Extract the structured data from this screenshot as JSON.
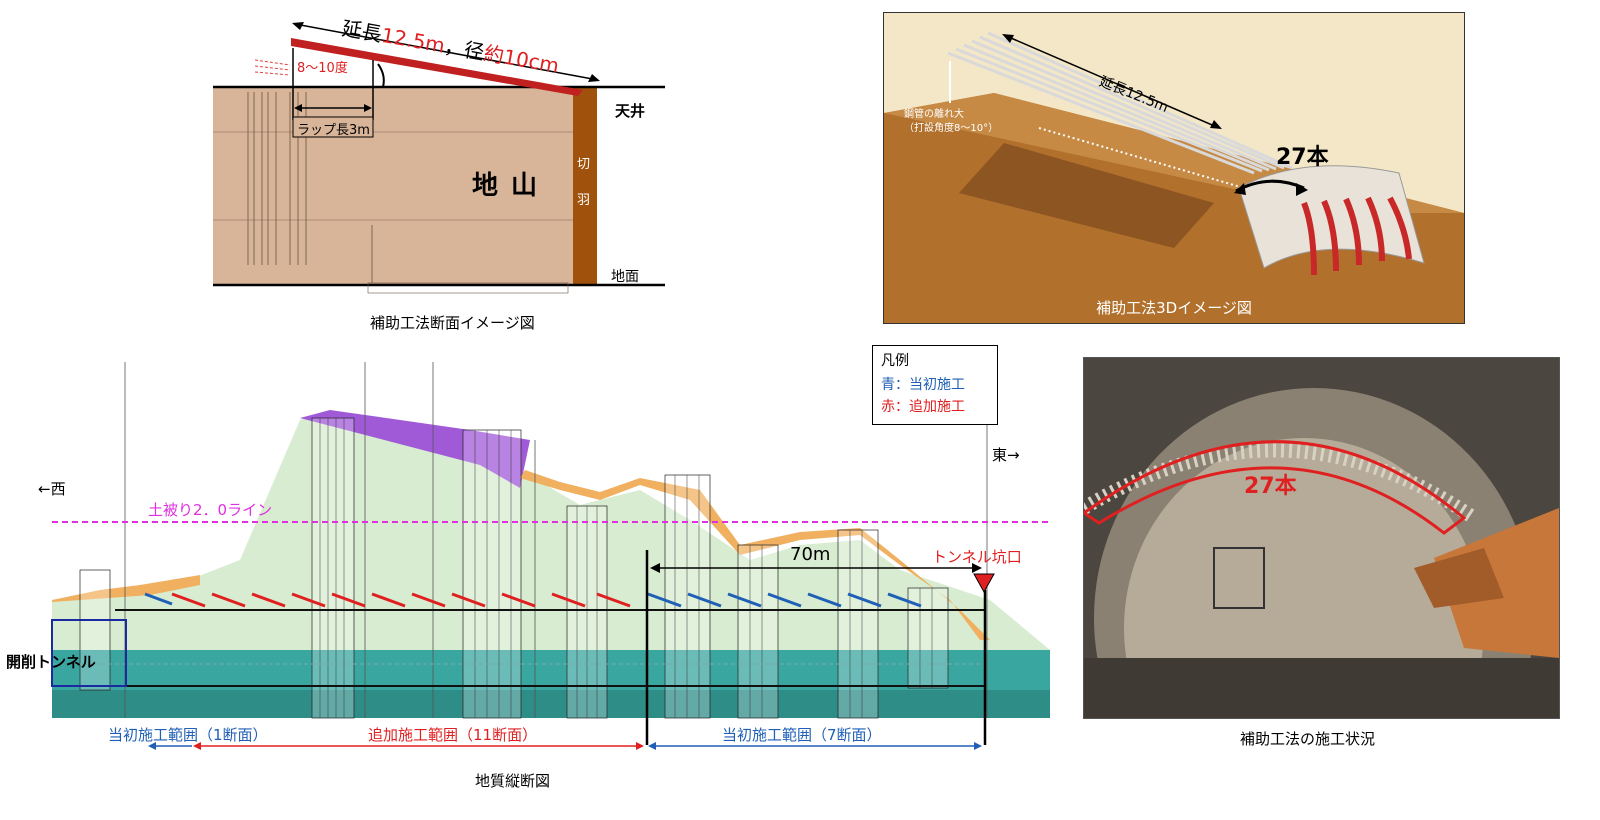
{
  "section_diagram": {
    "caption": "補助工法断面イメージ図",
    "length_label_prefix": "延長",
    "length_value": "12.5m",
    "diameter_label_prefix": "，径",
    "diameter_value": "約10cm",
    "angle_label": "8～10度",
    "lap_label": "ラップ長3m",
    "ground_label": "地 山",
    "face_label_1": "切",
    "face_label_2": "羽",
    "ceiling_label": "天井",
    "floor_label": "地面"
  },
  "view3d": {
    "caption": "補助工法3Dイメージ図",
    "length_label": "延長12.5m",
    "annotation_line1": "鋼管の離れ大",
    "annotation_line2": "（打設角度8～10°）",
    "count_label": "27本"
  },
  "profile": {
    "caption": "地質縦断図",
    "west_label": "←西",
    "east_label": "東→",
    "cover_line_label": "土被り2．0ライン",
    "distance_label": "70m",
    "portal_label": "トンネル坑口",
    "cut_tunnel_label": "開削トンネル",
    "range_initial_1": "当初施工範囲（1断面）",
    "range_additional": "追加施工範囲（11断面）",
    "range_initial_7": "当初施工範囲（7断面）",
    "legend": {
      "title": "凡例",
      "blue_entry": "青：当初施工",
      "red_entry": "赤：追加施工"
    }
  },
  "photo": {
    "caption": "補助工法の施工状況",
    "count_label": "27本"
  },
  "colors": {
    "red": "#e02020",
    "blue": "#1f5fb5",
    "ground_tan": "#d8b499",
    "face_brown": "#a0520c",
    "magenta": "#e030e0",
    "purple": "#a05ad8",
    "light_green": "#d7ecd0",
    "green": "#b6dd6a",
    "teal": "#3aa6a0",
    "orange": "#f0b060"
  }
}
